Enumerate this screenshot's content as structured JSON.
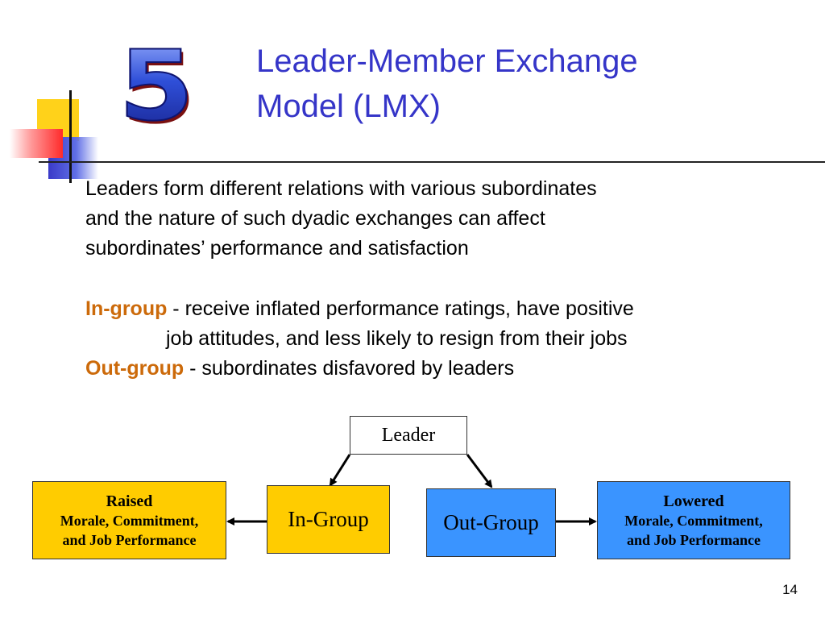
{
  "slide": {
    "number_graphic": "5",
    "title_lines": [
      "Leader-Member Exchange",
      "Model (LMX)"
    ],
    "intro_lines": [
      "Leaders form different relations with various subordinates",
      "and the nature of such dyadic exchanges can affect",
      "subordinates’ performance and satisfaction"
    ],
    "in_group": {
      "term": "In-group",
      "text_line1": " - receive inflated performance ratings, have positive",
      "text_line2": "job attitudes, and less likely to resign from their jobs"
    },
    "out_group": {
      "term": "Out-group",
      "text": " - subordinates disfavored by leaders"
    },
    "page_number": "14",
    "colors": {
      "title": "#3535c8",
      "term": "#cc6a0a",
      "yellow_box": "#ffcc00",
      "blue_box": "#3a94ff"
    }
  },
  "diagram": {
    "leader": "Leader",
    "in_group": "In-Group",
    "out_group": "Out-Group",
    "raised": {
      "head": "Raised",
      "line1": "Morale, Commitment,",
      "line2": "and Job Performance"
    },
    "lowered": {
      "head": "Lowered",
      "line1": "Morale, Commitment,",
      "line2": "and Job Performance"
    }
  }
}
